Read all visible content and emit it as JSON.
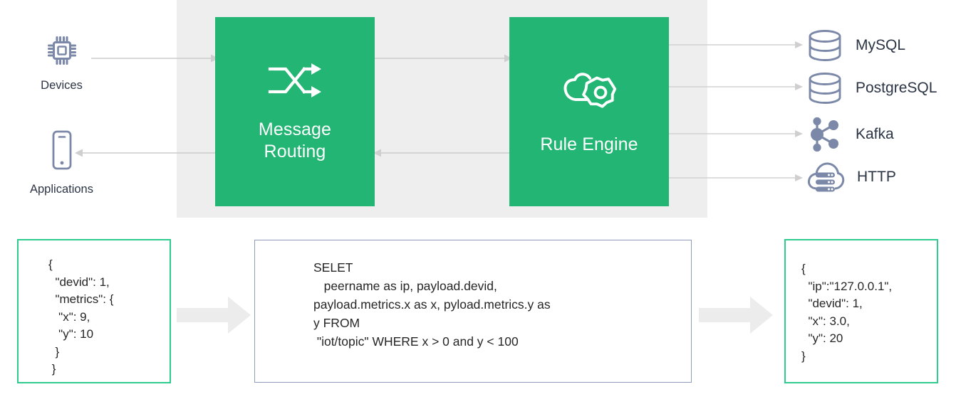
{
  "diagram": {
    "title": "EMQX rule engine data flow",
    "colors": {
      "green_box": "#22b573",
      "panel_gray": "#eeeeee",
      "icon_blue_gray": "#7b88a8",
      "json_border_green": "#2ecc8f",
      "sql_border_blue": "#8d9cba",
      "arrow_gray": "#cccccc",
      "block_arrow_gray": "#ececec",
      "text_dark": "#2b3445"
    }
  },
  "sources": [
    {
      "id": "devices",
      "label": "Devices",
      "icon": "chip-icon"
    },
    {
      "id": "applications",
      "label": "Applications",
      "icon": "mobile-phone-icon"
    }
  ],
  "stages": [
    {
      "id": "message-routing",
      "label": "Message\nRouting",
      "label_line1": "Message",
      "label_line2": "Routing",
      "icon": "shuffle-arrows-icon"
    },
    {
      "id": "rule-engine",
      "label": "Rule Engine",
      "icon": "cloud-gear-icon"
    }
  ],
  "destinations": [
    {
      "id": "mysql",
      "label": "MySQL",
      "icon": "database-cylinder-icon"
    },
    {
      "id": "postgresql",
      "label": "PostgreSQL",
      "icon": "database-cylinder-icon"
    },
    {
      "id": "kafka",
      "label": "Kafka",
      "icon": "kafka-nodes-icon"
    },
    {
      "id": "http",
      "label": "HTTP",
      "icon": "cloud-server-icon"
    }
  ],
  "connectors": [
    {
      "id": "devices-to-routing",
      "from": "devices",
      "to": "message-routing",
      "direction": "right"
    },
    {
      "id": "routing-to-applications",
      "from": "message-routing",
      "to": "applications",
      "direction": "left"
    },
    {
      "id": "routing-to-rule-engine",
      "from": "message-routing",
      "to": "rule-engine",
      "direction": "right"
    },
    {
      "id": "rule-engine-to-routing",
      "from": "rule-engine",
      "to": "message-routing",
      "direction": "left"
    },
    {
      "id": "rule-engine-to-mysql",
      "from": "rule-engine",
      "to": "mysql",
      "direction": "right"
    },
    {
      "id": "rule-engine-to-postgresql",
      "from": "rule-engine",
      "to": "postgresql",
      "direction": "right"
    },
    {
      "id": "rule-engine-to-kafka",
      "from": "rule-engine",
      "to": "kafka",
      "direction": "right"
    },
    {
      "id": "rule-engine-to-http",
      "from": "rule-engine",
      "to": "http",
      "direction": "right"
    }
  ],
  "code_panels": {
    "input_json": {
      "id": "input-payload",
      "text": "{\n  \"devid\": 1,\n  \"metrics\": {\n   \"x\": 9,\n   \"y\": 10\n  }\n }"
    },
    "sql_rule": {
      "id": "rule-sql",
      "text": "SELET\n   peername as ip, payload.devid,\npayload.metrics.x as x, pyload.metrics.y as\ny FROM\n \"iot/topic\" WHERE x > 0 and y < 100"
    },
    "output_json": {
      "id": "output-payload",
      "text": "{\n  \"ip\":\"127.0.0.1\",\n  \"devid\": 1,\n  \"x\": 3.0,\n  \"y\": 20\n}"
    }
  },
  "flow_arrows": [
    {
      "id": "input-to-sql",
      "direction": "right"
    },
    {
      "id": "sql-to-output",
      "direction": "right"
    }
  ]
}
